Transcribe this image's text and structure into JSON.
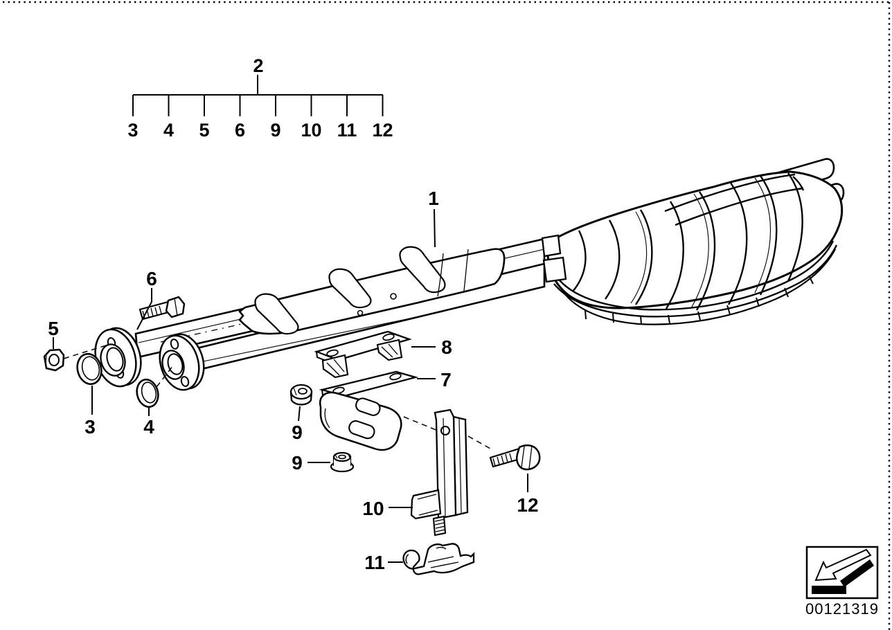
{
  "figure": {
    "type": "exploded-parts-diagram",
    "callout_tree": {
      "group_label": "2",
      "member_labels": [
        "3",
        "4",
        "5",
        "6",
        "9",
        "10",
        "11",
        "12"
      ]
    },
    "callouts": {
      "muffler": "1",
      "gasket_ring": "3",
      "sealing_ring": "4",
      "hex_nut": "5",
      "screw": "6",
      "holder_plate": "7",
      "support_bracket": "8",
      "grommet": "9",
      "cap_nut": "9",
      "bracket_hanger": "10",
      "clamp": "11",
      "hex_bolt": "12"
    },
    "footer": {
      "drawing_number": "00121319"
    },
    "colors": {
      "ink": "#000000",
      "paper": "#ffffff"
    }
  }
}
